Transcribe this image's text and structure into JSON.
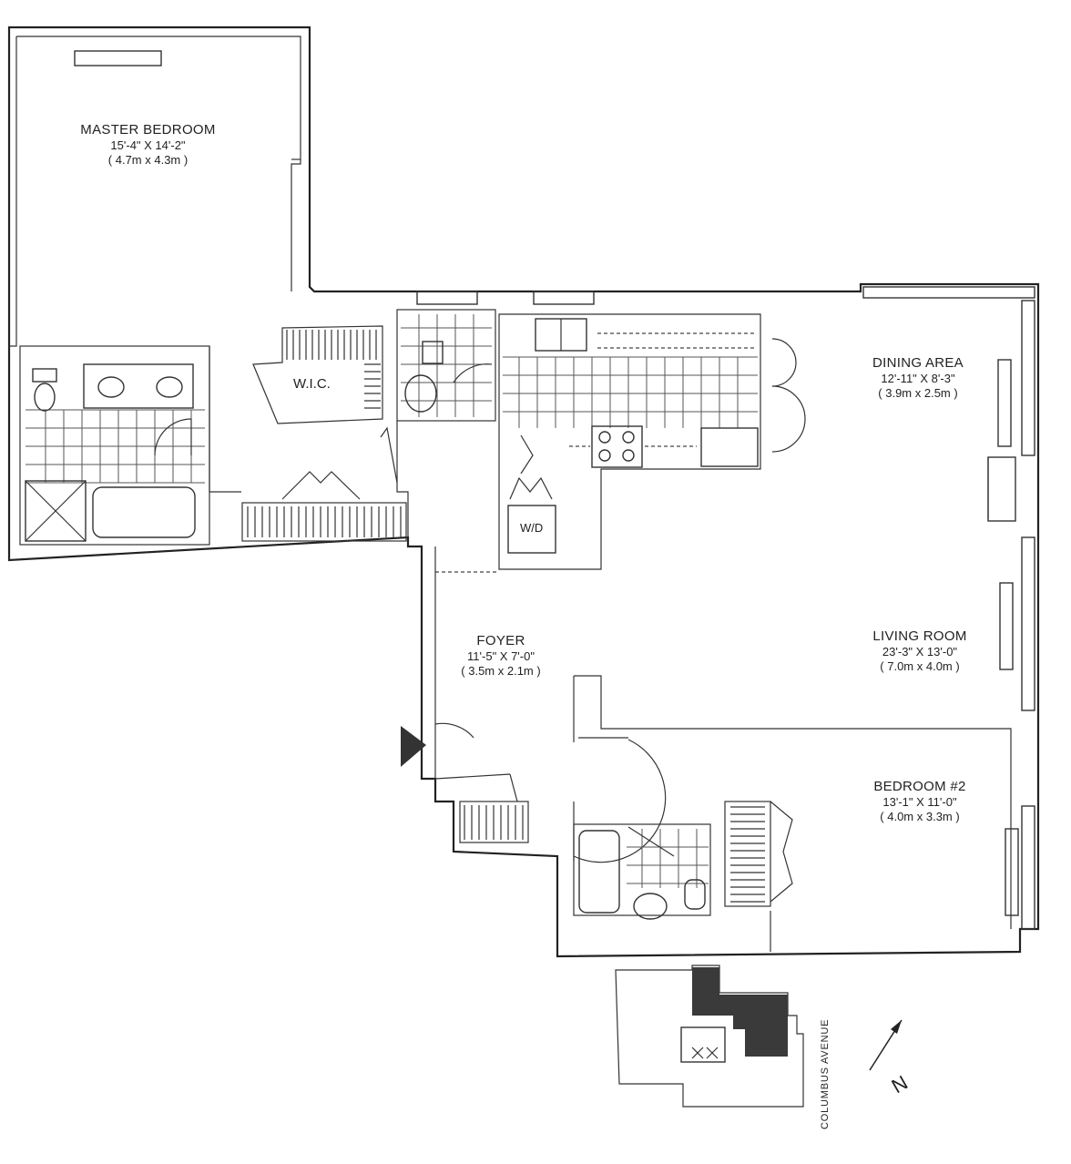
{
  "rooms": {
    "master_bedroom": {
      "name": "MASTER BEDROOM",
      "dim_imperial": "15'-4\" X 14'-2\"",
      "dim_metric": "( 4.7m x 4.3m )"
    },
    "dining_area": {
      "name": "DINING AREA",
      "dim_imperial": "12'-11\" X 8'-3\"",
      "dim_metric": "( 3.9m x 2.5m )"
    },
    "foyer": {
      "name": "FOYER",
      "dim_imperial": "11'-5\" X 7'-0\"",
      "dim_metric": "( 3.5m x 2.1m )"
    },
    "living_room": {
      "name": "LIVING ROOM",
      "dim_imperial": "23'-3\" X 13'-0\"",
      "dim_metric": "( 7.0m x 4.0m )"
    },
    "bedroom_2": {
      "name": "BEDROOM #2",
      "dim_imperial": "13'-1\" X 11'-0\"",
      "dim_metric": "( 4.0m x 3.3m )"
    }
  },
  "labels": {
    "wic": "W.I.C.",
    "wd": "W/D",
    "street": "COLUMBUS AVENUE",
    "north": "N"
  }
}
